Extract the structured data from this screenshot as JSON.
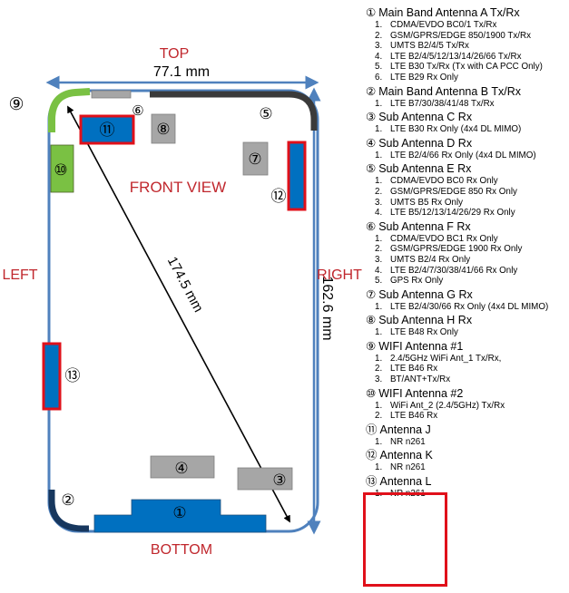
{
  "diagram": {
    "top_label": "TOP",
    "bottom_label": "BOTTOM",
    "left_label": "LEFT",
    "right_label": "RIGHT",
    "front_view_label": "FRONT VIEW",
    "width_dim": "77.1 mm",
    "height_dim": "162.6 mm",
    "diagonal_dim": "174.5 mm",
    "markers": [
      "①",
      "②",
      "③",
      "④",
      "⑤",
      "⑥",
      "⑦",
      "⑧",
      "⑨",
      "⑩",
      "⑪",
      "⑫",
      "⑬"
    ],
    "colors": {
      "outline": "#4f81bd",
      "dark_blue": "#17375e",
      "blue": "#0070c0",
      "green": "#7ac143",
      "gray": "#a6a6a6",
      "red_box": "#e0101a",
      "label_red": "#c0272d"
    }
  },
  "legend": [
    {
      "num": "①",
      "title": "Main Band Antenna A Tx/Rx",
      "items": [
        "CDMA/EVDO BC0/1 Tx/Rx",
        "GSM/GPRS/EDGE 850/1900 Tx/Rx",
        "UMTS B2/4/5 Tx/Rx",
        "LTE B2/4/5/12/13/14/26/66 Tx/Rx",
        "LTE B30 Tx/Rx (Tx with CA PCC Only)",
        "LTE B29 Rx Only"
      ]
    },
    {
      "num": "②",
      "title": "Main Band Antenna B Tx/Rx",
      "items": [
        "LTE B7/30/38/41/48 Tx/Rx"
      ]
    },
    {
      "num": "③",
      "title": "Sub Antenna C Rx",
      "items": [
        "LTE B30 Rx Only (4x4 DL MIMO)"
      ]
    },
    {
      "num": "④",
      "title": "Sub Antenna D Rx",
      "items": [
        "LTE B2/4/66 Rx Only (4x4 DL MIMO)"
      ]
    },
    {
      "num": "⑤",
      "title": "Sub Antenna E Rx",
      "items": [
        "CDMA/EVDO BC0 Rx Only",
        "GSM/GPRS/EDGE 850 Rx Only",
        "UMTS B5 Rx Only",
        "LTE B5/12/13/14/26/29 Rx Only"
      ]
    },
    {
      "num": "⑥",
      "title": "Sub Antenna F Rx",
      "items": [
        "CDMA/EVDO BC1 Rx Only",
        "GSM/GPRS/EDGE 1900 Rx Only",
        "UMTS B2/4 Rx Only",
        "LTE B2/4/7/30/38/41/66 Rx Only",
        "GPS Rx Only"
      ]
    },
    {
      "num": "⑦",
      "title": "Sub Antenna G Rx",
      "items": [
        "LTE B2/4/30/66 Rx Only (4x4 DL MIMO)"
      ]
    },
    {
      "num": "⑧",
      "title": "Sub Antenna H Rx",
      "items": [
        "LTE B48 Rx Only"
      ]
    },
    {
      "num": "⑨",
      "title": "WIFI Antenna #1",
      "items": [
        "2.4/5GHz WiFi Ant_1 Tx/Rx,",
        "LTE B46 Rx",
        "BT/ANT+Tx/Rx"
      ]
    },
    {
      "num": "⑩",
      "title": "WIFI Antenna #2",
      "items": [
        "WiFi Ant_2 (2.4/5GHz) Tx/Rx",
        "LTE B46 Rx"
      ]
    },
    {
      "num": "⑪",
      "title": "Antenna J",
      "items": [
        "NR n261"
      ]
    },
    {
      "num": "⑫",
      "title": "Antenna K",
      "items": [
        "NR n261"
      ]
    },
    {
      "num": "⑬",
      "title": "Antenna L",
      "items": [
        "NR n261"
      ]
    }
  ]
}
